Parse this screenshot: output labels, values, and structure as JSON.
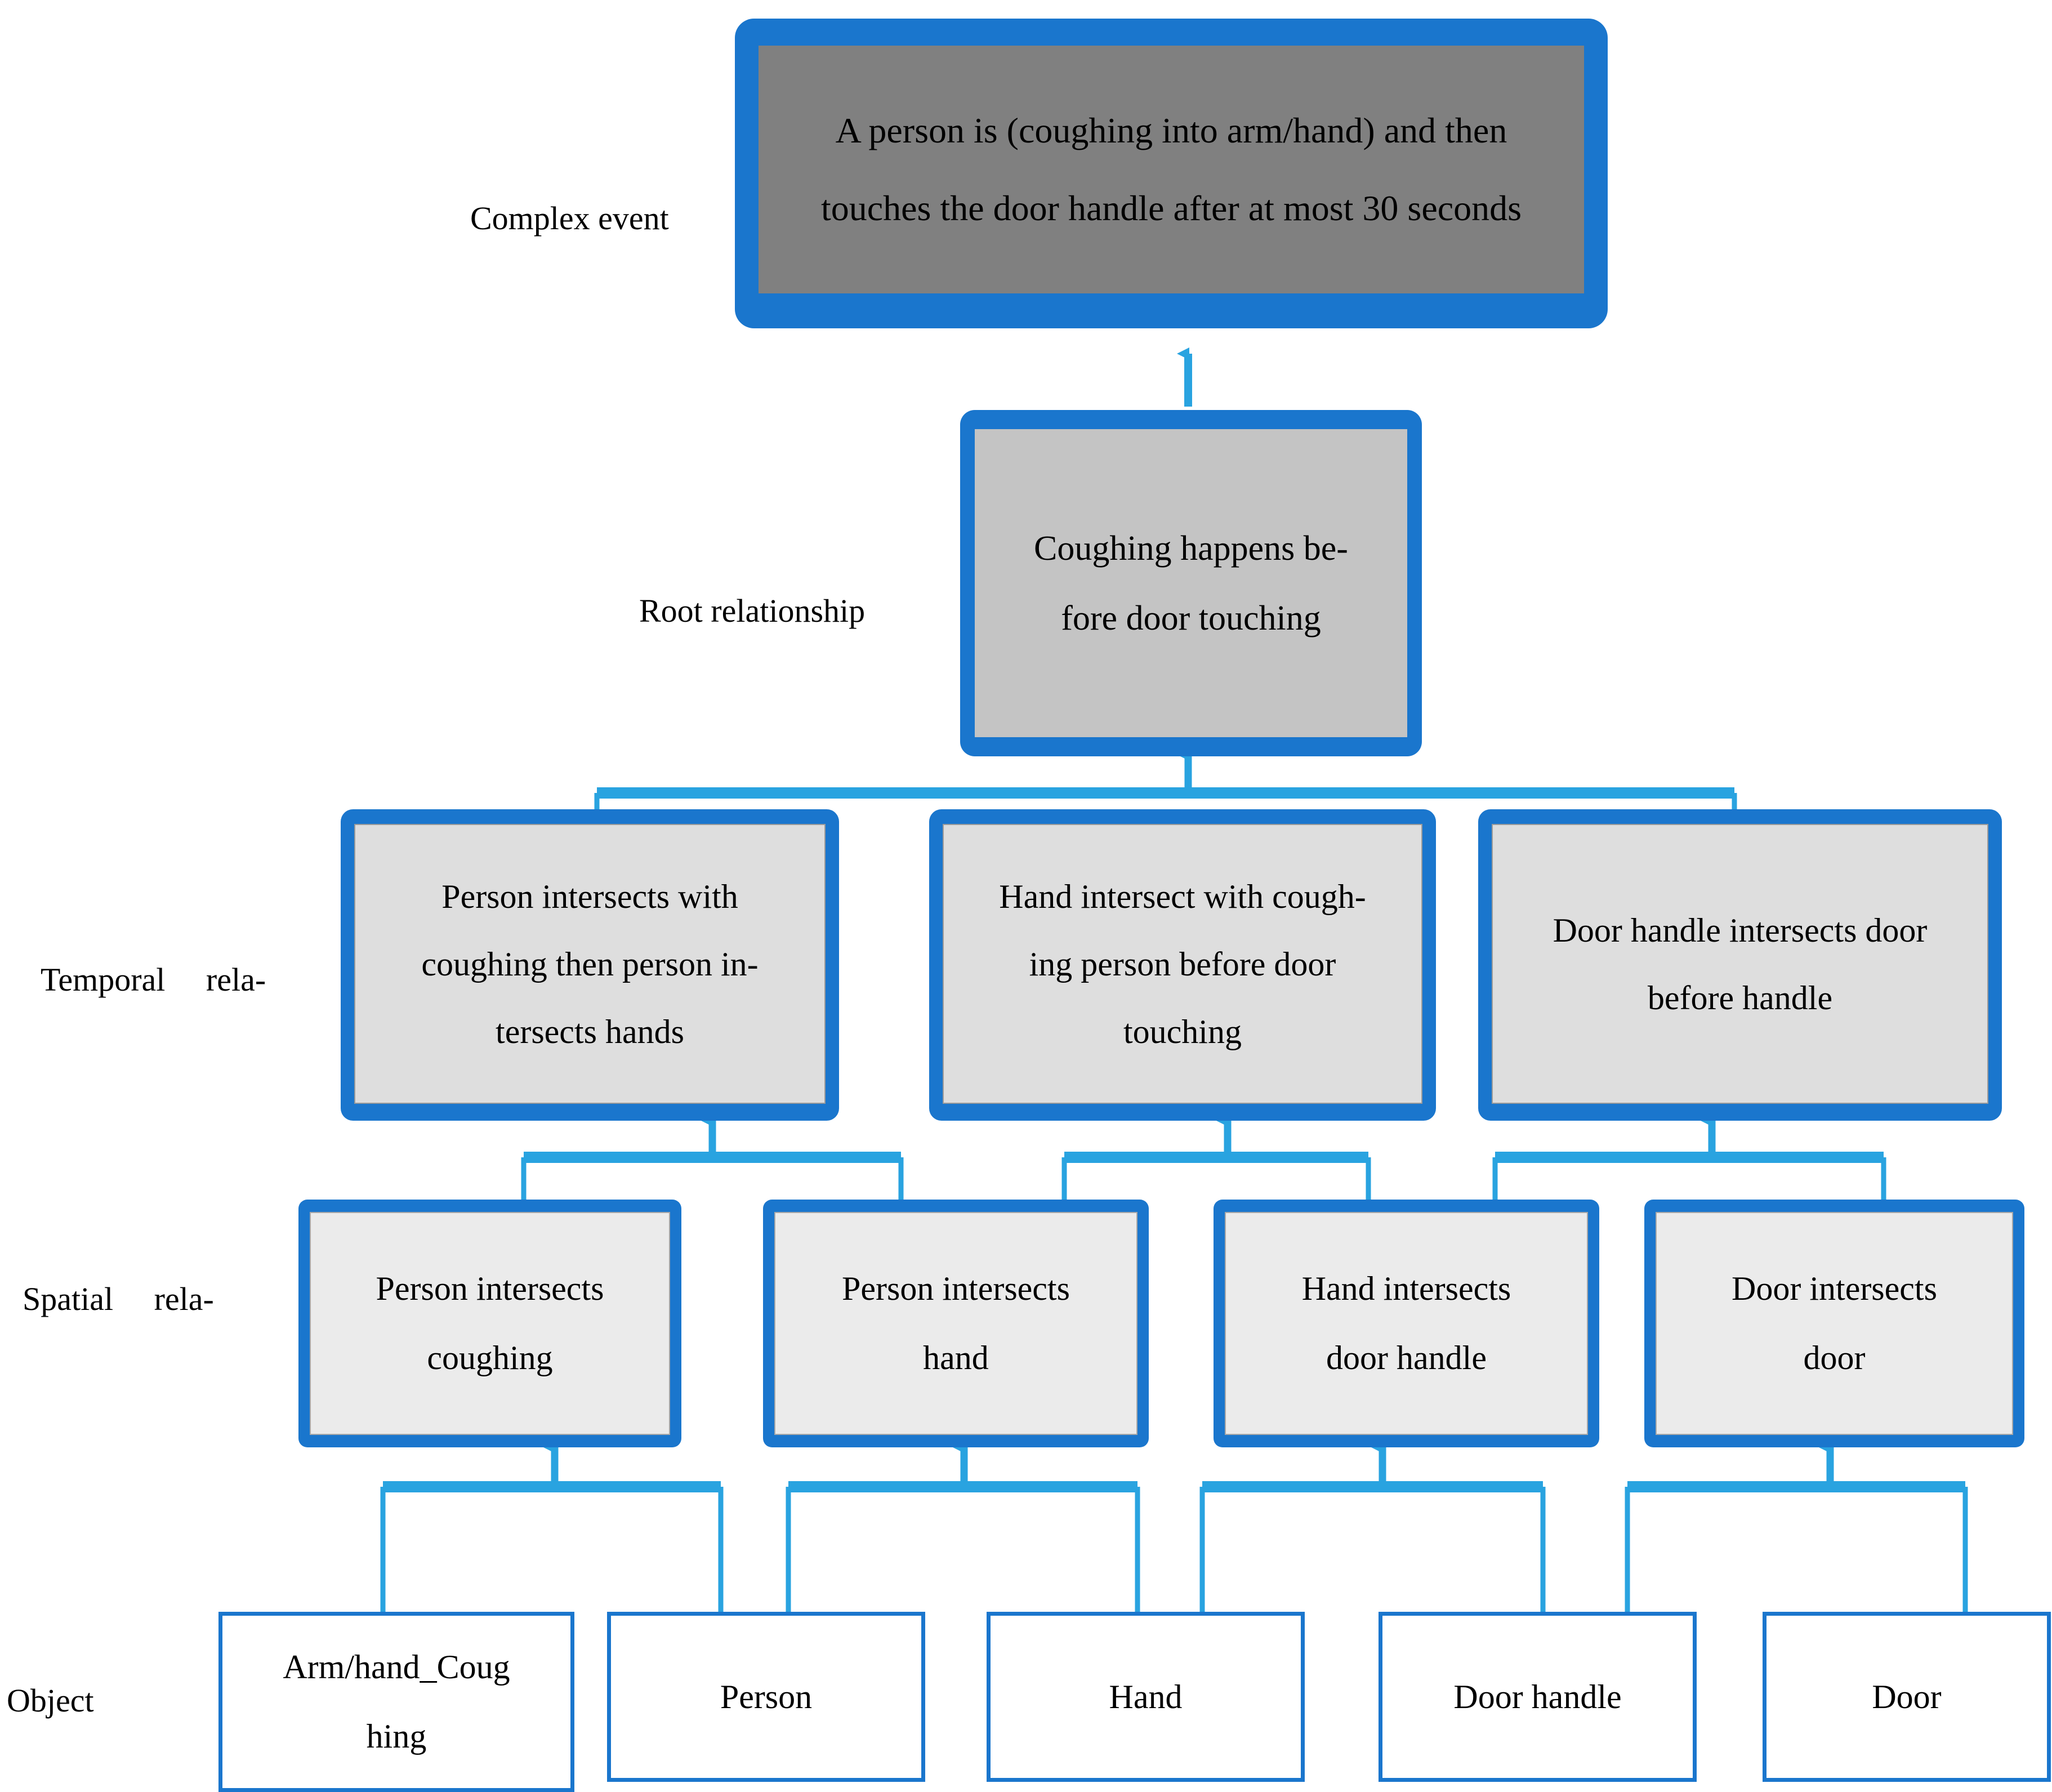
{
  "diagram": {
    "title": "Complex event hierarchy for coughing then door-handle touching",
    "colors": {
      "frame_blue": "#1a76cd",
      "connector_blue": "#29a3e0",
      "complex_fill": "#808080",
      "root_fill": "#c4c4c4",
      "temporal_fill": "#dedede",
      "spatial_fill": "#ebebeb",
      "object_fill": "#ffffff",
      "text": "#000000"
    },
    "row_labels": [
      {
        "id": "complex-event",
        "text": "Complex event"
      },
      {
        "id": "root-relationship",
        "text": "Root relationship"
      },
      {
        "id": "temporal-relation",
        "text": "Temporal     rela-"
      },
      {
        "id": "spatial-relation",
        "text": "Spatial     rela-"
      },
      {
        "id": "object",
        "text": "Object"
      }
    ],
    "complex_event": {
      "id": "complex-event-node",
      "text": "A person is (coughing into arm/hand) and then\ntouches the door handle after at most 30 seconds"
    },
    "root_relationship": {
      "id": "root-relationship-node",
      "text": "Coughing happens be-\nfore door touching"
    },
    "temporal_relations": [
      {
        "id": "temporal-1",
        "text": "Person intersects with\ncoughing then person in-\ntersects hands"
      },
      {
        "id": "temporal-2",
        "text": "Hand intersect with cough-\ning person before door\ntouching"
      },
      {
        "id": "temporal-3",
        "text": "Door handle intersects door\nbefore handle"
      }
    ],
    "spatial_relations": [
      {
        "id": "spatial-1",
        "text": "Person intersects\ncoughing"
      },
      {
        "id": "spatial-2",
        "text": "Person intersects\nhand"
      },
      {
        "id": "spatial-3",
        "text": "Hand intersects\ndoor handle"
      },
      {
        "id": "spatial-4",
        "text": "Door intersects\ndoor"
      }
    ],
    "objects": [
      {
        "id": "object-1",
        "text": "Arm/hand_Coug\nhing"
      },
      {
        "id": "object-2",
        "text": "Person"
      },
      {
        "id": "object-3",
        "text": "Hand"
      },
      {
        "id": "object-4",
        "text": "Door handle"
      },
      {
        "id": "object-5",
        "text": "Door"
      }
    ]
  }
}
